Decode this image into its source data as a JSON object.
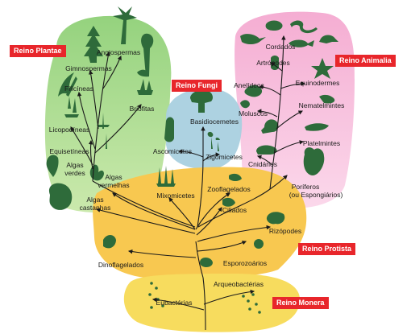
{
  "kingdoms": {
    "plantae": "Reino Plantae",
    "fungi": "Reino Fungi",
    "animalia": "Reino Animalia",
    "protista": "Reino Protista",
    "monera": "Reino Monera"
  },
  "plantae": {
    "angiospermas": "Angiospermas",
    "gimnospermas": "Gimnospermas",
    "filicineas": "Filicíneas",
    "briofitas": "Briófitas",
    "licopodineas": "Licopodíneas",
    "equisetineas": "Equisetíneas",
    "algas_verdes_1": "Algas",
    "algas_verdes_2": "verdes",
    "algas_vermelhas_1": "Algas",
    "algas_vermelhas_2": "vermelhas",
    "algas_castanhas_1": "Algas",
    "algas_castanhas_2": "castanhas"
  },
  "fungi": {
    "basidiocemetes": "Basidiocemetes",
    "ascomicetes": "Ascomicetes",
    "zigomicetes": "Zigomicetes"
  },
  "animalia": {
    "cordados": "Cordados",
    "artropodes": "Artrópodes",
    "anelideos": "Anelídeos",
    "equinodermes": "Equinodermes",
    "moluscos": "Moluscos",
    "nematelmintes": "Nematelmintes",
    "platelmintes": "Platelmintes",
    "cnidarios": "Cnidários",
    "poriferos_1": "Poríferos",
    "poriferos_2": "(ou Espongiários)"
  },
  "protista": {
    "mixomicetes": "Mixomicetes",
    "zooflagelados": "Zooflagelados",
    "ciliados": "Ciliados",
    "rizopodes": "Rizópodes",
    "dinoflagelados": "Dinoflagelados",
    "esporozoarios": "Esporozoários"
  },
  "monera": {
    "arqueobacterias": "Arqueobactérias",
    "eubacterias": "Eubactérias"
  },
  "colors": {
    "plantae_region": "#a8d88a",
    "fungi_region": "#a9d0df",
    "animalia_region": "#f6b9d9",
    "protista_region": "#f8c850",
    "monera_region": "#f7dc5e",
    "silhouette": "#2e6b3a",
    "kingdom_label": "#e8262b",
    "branch": "#1a1a1a"
  }
}
